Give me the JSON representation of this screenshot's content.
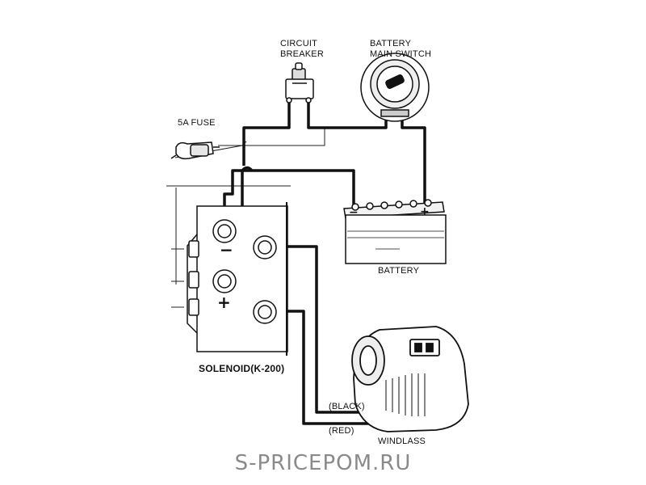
{
  "labels": {
    "circuit_breaker": [
      "CIRCUIT",
      "BREAKER"
    ],
    "battery_main_switch": [
      "BATTERY",
      "MAIN SWITCH"
    ],
    "fuse": "5A FUSE",
    "battery": "BATTERY",
    "solenoid": "SOLENOID(K-200)",
    "black_wire": "(BLACK)",
    "red_wire": "(RED)",
    "windlass": "WINDLASS",
    "minus": "−",
    "plus": "+",
    "battery_minus": "−",
    "battery_plus": "+"
  },
  "watermark": "S-PRICEPOM.RU",
  "colors": {
    "line": "#1a1a1a",
    "wire": "#111111",
    "watermark": "#8a8a8a"
  },
  "icons": [
    "circuit-breaker-icon",
    "battery-switch-icon",
    "fuse-icon",
    "battery-icon",
    "solenoid-icon",
    "windlass-icon"
  ]
}
